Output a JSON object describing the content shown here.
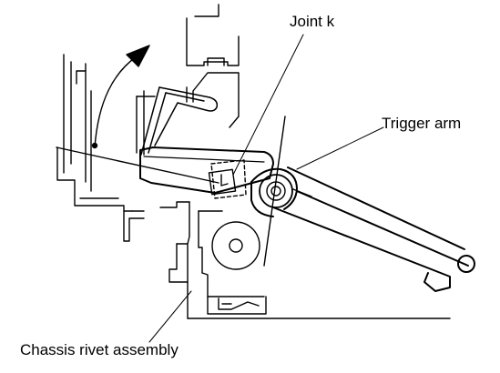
{
  "labels": {
    "joint": "Joint k",
    "trigger_arm": "Trigger arm",
    "chassis_rivet": "Chassis rivet assembly"
  },
  "style": {
    "line_color": "#000000",
    "background": "#ffffff"
  }
}
